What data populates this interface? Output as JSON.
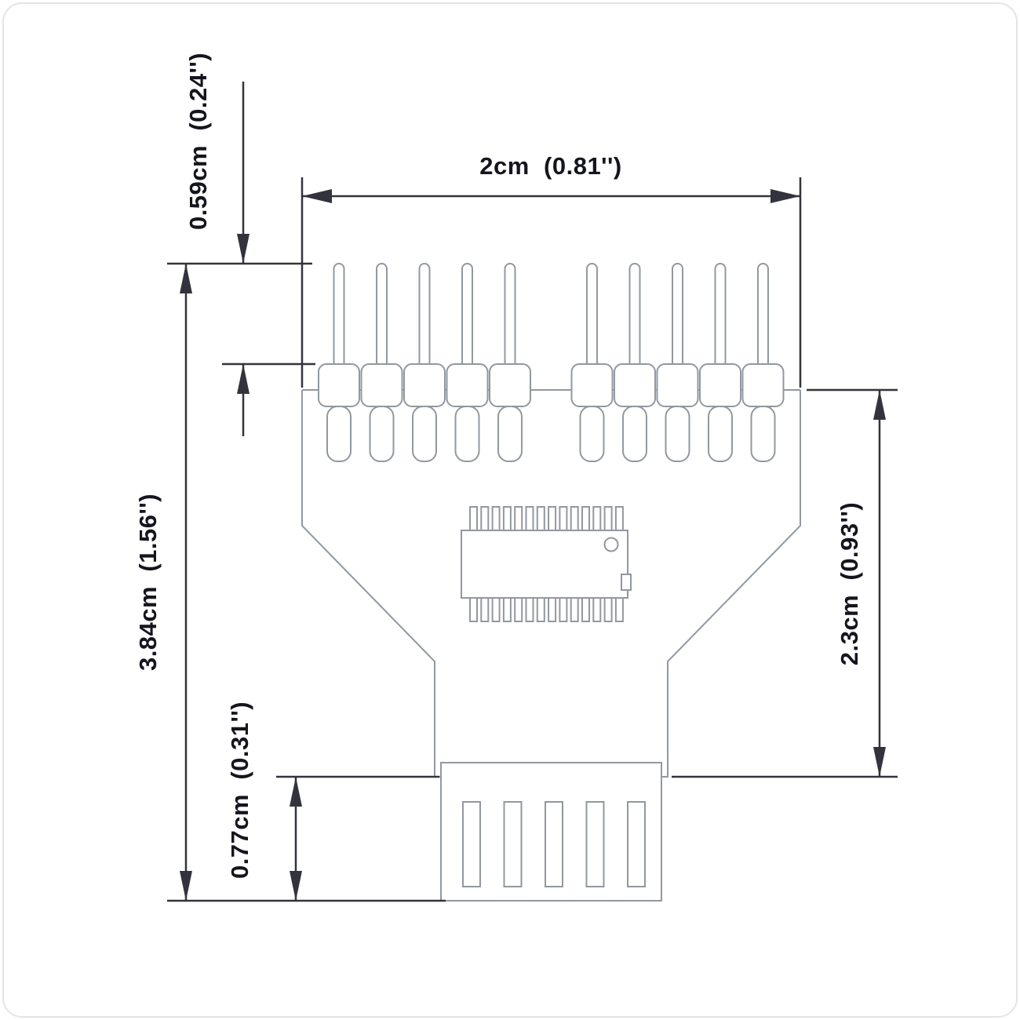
{
  "dimensions": {
    "top_width": "2cm  (0.81'')",
    "pin_height": "0.59cm  (0.24'')",
    "overall_height": "3.84cm  (1.56'')",
    "connector_height": "0.77cm  (0.31'')",
    "body_height": "2.3cm  (0.93'')"
  },
  "device": {
    "header_pin_count": 10,
    "pins_per_group": 5,
    "ic_pins_per_side": 14,
    "usb_slot_count": 5
  },
  "colors": {
    "background": "#ffffff",
    "device_outline": "#9298a0",
    "dimension_line": "#33333d",
    "label_text": "#15151f",
    "frame_border": "#e4e4e6"
  }
}
